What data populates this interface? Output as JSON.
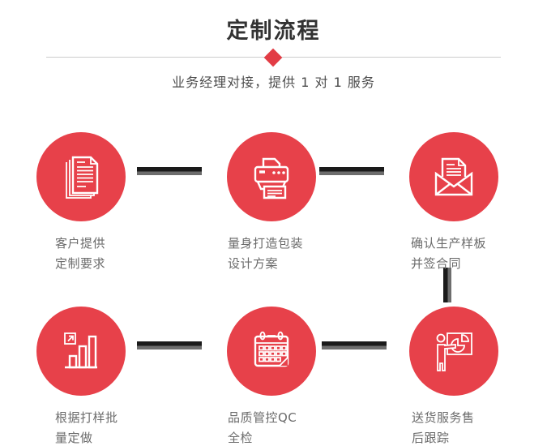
{
  "title": "定制流程",
  "subtitle": "业务经理对接，提供 1 对 1 服务",
  "colors": {
    "accent_red": "#e7414a",
    "diamond_red": "#e23c45",
    "connector_black": "#1a1a1a",
    "connector_gray": "#6d6d6d",
    "divider_gray": "#cccccc",
    "title_text": "#333333",
    "subtitle_text": "#4c4c4c",
    "label_text": "#6b6b6b"
  },
  "steps": [
    {
      "icon": "stacked-documents-icon",
      "label": "客户提供\n定制要求"
    },
    {
      "icon": "printer-icon",
      "label": "量身打造包装\n设计方案"
    },
    {
      "icon": "envelope-letter-icon",
      "label": "确认生产样板\n并签合同"
    },
    {
      "icon": "bar-chart-icon",
      "label": "根据打样批\n量定做"
    },
    {
      "icon": "calendar-icon",
      "label": "品质管控QC\n全检"
    },
    {
      "icon": "presentation-icon",
      "label": "送货服务售\n后跟踪"
    }
  ]
}
